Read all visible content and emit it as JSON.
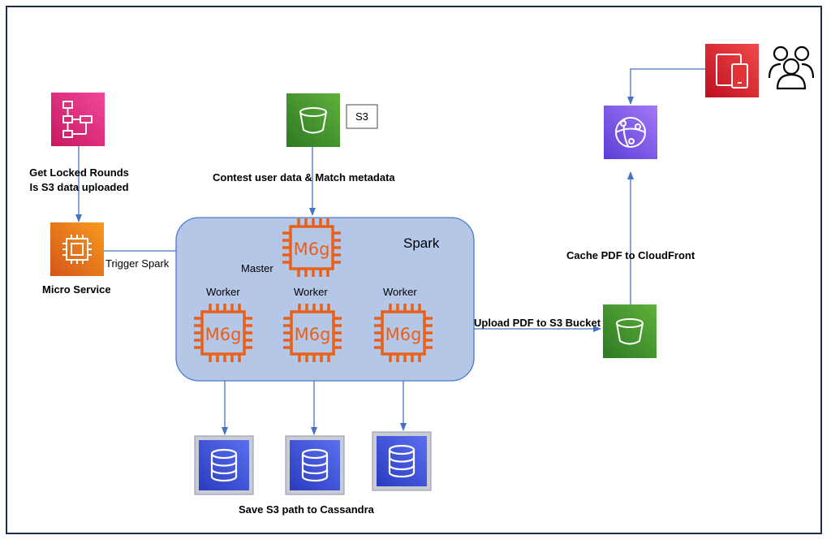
{
  "labels": {
    "locked_line1": "Get Locked Rounds",
    "locked_line2": "Is S3 data uploaded",
    "micro_service": "Micro Service",
    "trigger_spark": "Trigger Spark",
    "s3_tag": "S3",
    "contest": "Contest user data & Match metadata",
    "spark": "Spark",
    "master": "Master",
    "worker": "Worker",
    "upload": "Upload PDF to S3 Bucket",
    "cache": "Cache PDF to CloudFront",
    "cassandra": "Save S3 path to Cassandra"
  },
  "chip_label": "M6g",
  "icons": [
    "step-functions-icon",
    "ec2-instance-icon",
    "s3-bucket-icon",
    "s3-bucket-icon",
    "cloudfront-icon",
    "mobile-devices-icon",
    "users-icon",
    "database-icon",
    "m6g-chip-icon"
  ],
  "colors": {
    "pink": "#e7157b",
    "orange": "#e8601a",
    "green": "#3e8e2a",
    "purple": "#7b54f0",
    "red": "#d9232d",
    "blue": "#3a4fd6",
    "spark_fill": "#b4c7e7",
    "spark_stroke": "#4a7bc8",
    "arrow": "#4472c4",
    "chip": "#e8601a"
  }
}
